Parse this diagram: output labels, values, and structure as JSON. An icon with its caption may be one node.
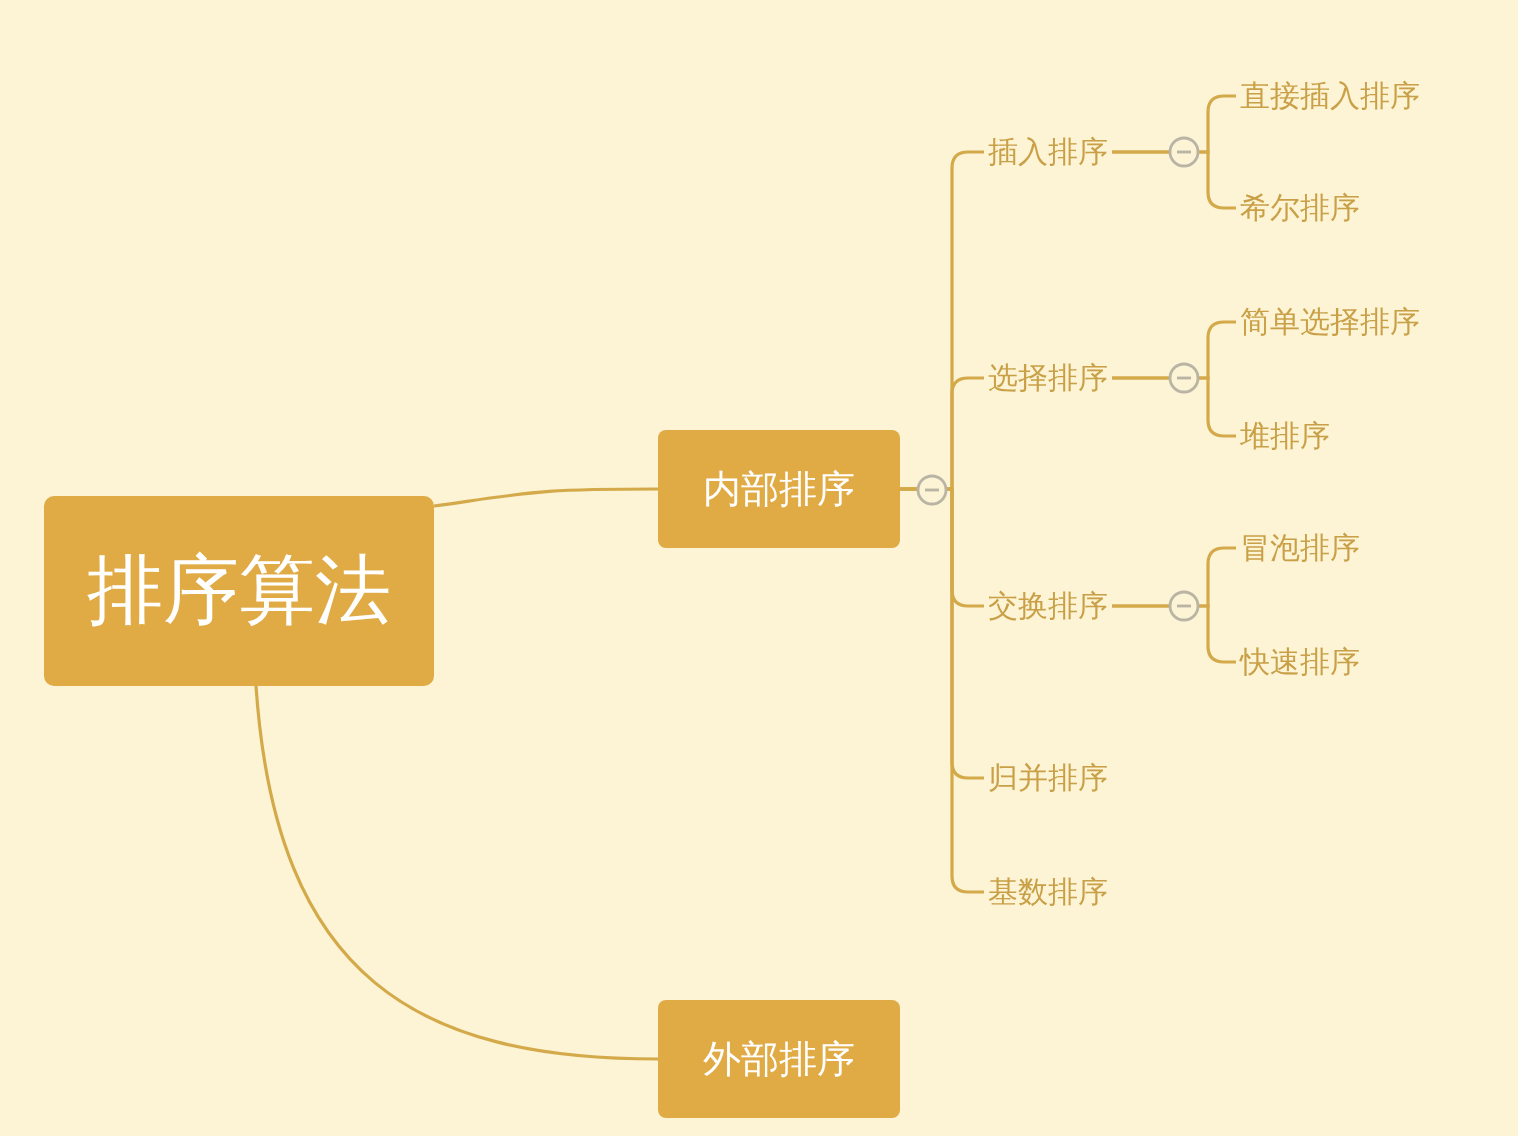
{
  "diagram": {
    "nodes": [
      {
        "text": [
          "排序算法"
        ]
      },
      {
        "text": [
          "内部排序"
        ]
      },
      {
        "text": [
          "插入排序"
        ]
      },
      {
        "text": [
          "直接插入排序"
        ]
      },
      {
        "text": [
          "希尔排序"
        ]
      },
      {
        "text": [
          "选择排序"
        ]
      },
      {
        "text": [
          "简单选择排序"
        ]
      },
      {
        "text": [
          "堆排序"
        ]
      },
      {
        "text": [
          "交换排序"
        ]
      },
      {
        "text": [
          "冒泡排序"
        ]
      },
      {
        "text": [
          "快速排序"
        ]
      },
      {
        "text": [
          "归并排序"
        ]
      },
      {
        "text": [
          "基数排序"
        ]
      },
      {
        "text": [
          "外部排序"
        ]
      }
    ],
    "edges": [
      {
        "from": 0,
        "to": 1,
        "arrow": "none"
      },
      {
        "from": 1,
        "to": 2,
        "arrow": "none"
      },
      {
        "from": 2,
        "to": 3,
        "arrow": "none"
      },
      {
        "from": 2,
        "to": 4,
        "arrow": "none"
      },
      {
        "from": 1,
        "to": 5,
        "arrow": "none"
      },
      {
        "from": 5,
        "to": 6,
        "arrow": "none"
      },
      {
        "from": 5,
        "to": 7,
        "arrow": "none"
      },
      {
        "from": 1,
        "to": 8,
        "arrow": "none"
      },
      {
        "from": 8,
        "to": 9,
        "arrow": "none"
      },
      {
        "from": 8,
        "to": 10,
        "arrow": "none"
      },
      {
        "from": 1,
        "to": 11,
        "arrow": "none"
      },
      {
        "from": 1,
        "to": 12,
        "arrow": "none"
      },
      {
        "from": 0,
        "to": 13,
        "arrow": "none"
      }
    ]
  }
}
